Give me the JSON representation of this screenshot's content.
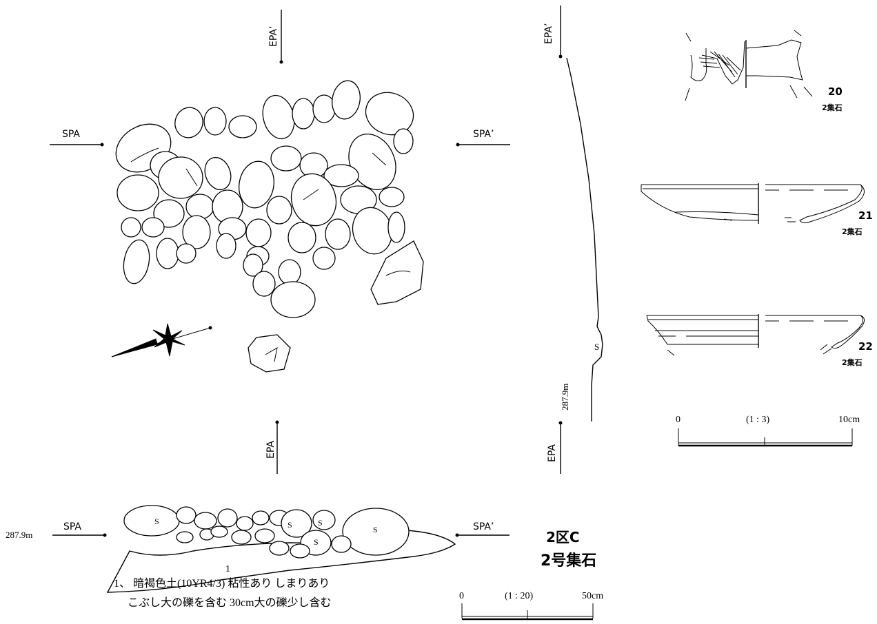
{
  "plan": {
    "markers": {
      "epa_prime_top": "EPA’",
      "epa_bottom": "EPA",
      "spa_left": "SPA",
      "spa_prime_right": "SPA’"
    }
  },
  "east_section": {
    "epa_prime_label": "EPA’",
    "epa_label": "EPA",
    "elevation": "287.9m",
    "stone_symbol": "S"
  },
  "south_section": {
    "elevation": "287.9m",
    "spa_label": "SPA",
    "spa_prime_label": "SPA’",
    "stone_symbols": [
      "S",
      "S",
      "S",
      "S",
      "S"
    ],
    "layer_number": "1",
    "legend": {
      "line1": "1、 暗褐色土(10YR4/3)  粘性あり  しまりあり",
      "line2": "こぶし大の礫を含む  30cm大の礫少し含む"
    },
    "scale": {
      "start": "0",
      "ratio": "(1 : 20)",
      "end": "50cm"
    }
  },
  "title": {
    "line1": "2区C",
    "line2": "2号集石"
  },
  "artifacts": [
    {
      "number": "20",
      "context": "2集石"
    },
    {
      "number": "21",
      "context": "2集石"
    },
    {
      "number": "22",
      "context": "2集石"
    }
  ],
  "artifact_scale": {
    "start": "0",
    "ratio": "(1 : 3)",
    "end": "10cm"
  }
}
